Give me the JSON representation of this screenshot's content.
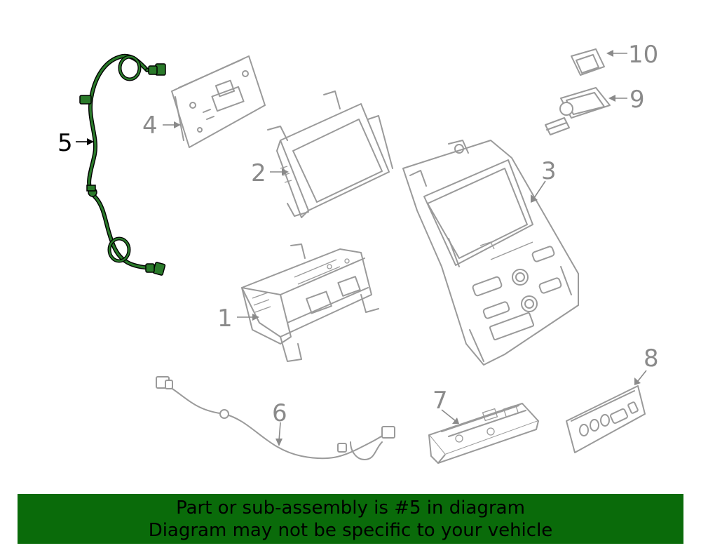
{
  "callouts": [
    {
      "id": "1",
      "label": "1"
    },
    {
      "id": "2",
      "label": "2"
    },
    {
      "id": "3",
      "label": "3"
    },
    {
      "id": "4",
      "label": "4"
    },
    {
      "id": "5",
      "label": "5"
    },
    {
      "id": "6",
      "label": "6"
    },
    {
      "id": "7",
      "label": "7"
    },
    {
      "id": "8",
      "label": "8"
    },
    {
      "id": "9",
      "label": "9"
    },
    {
      "id": "10",
      "label": "10"
    }
  ],
  "highlight_part": "5",
  "colors": {
    "highlight": "#2a7a2a",
    "banner": "#0a6b0a",
    "parts": "#9a9a9a"
  },
  "banner": {
    "line1": "Part or sub-assembly is #5 in diagram",
    "line2": "Diagram may not be specific to your vehicle"
  }
}
